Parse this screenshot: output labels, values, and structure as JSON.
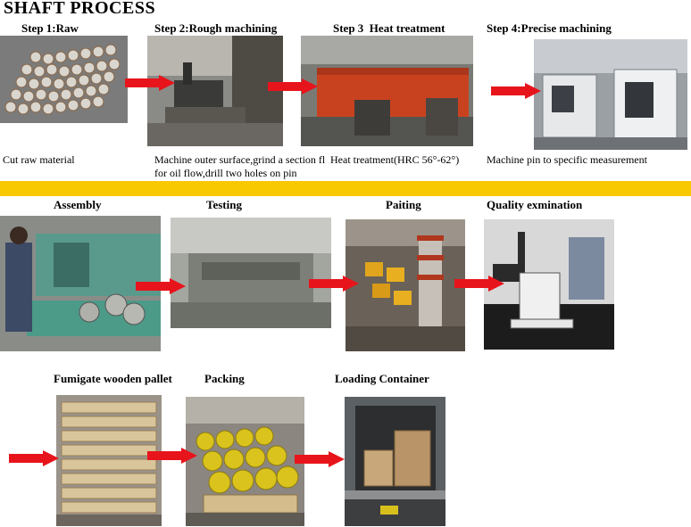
{
  "title": "SHAFT PROCESS",
  "steps": {
    "s1": {
      "label": "Step 1:Raw",
      "desc": "Cut raw material"
    },
    "s2": {
      "label": "Step 2:Rough machining",
      "desc": "Machine outer surface,grind a section fl for oil flow,drill two holes on pin"
    },
    "s3": {
      "label": "Step 3  Heat treatment",
      "desc": "Heat treatment(HRC 56°-62°)"
    },
    "s4": {
      "label": "Step 4:Precise machining",
      "desc": "Machine pin to specific measurement"
    },
    "s5": {
      "label": "Assembly"
    },
    "s6": {
      "label": "Testing"
    },
    "s7": {
      "label": "Paiting"
    },
    "s8": {
      "label": "Quality exmination"
    },
    "s9": {
      "label": "Fumigate wooden pallet"
    },
    "s10": {
      "label": "Packing"
    },
    "s11": {
      "label": "Loading Container"
    }
  },
  "colors": {
    "arrow": "#e8141c",
    "band": "#f8c800"
  }
}
